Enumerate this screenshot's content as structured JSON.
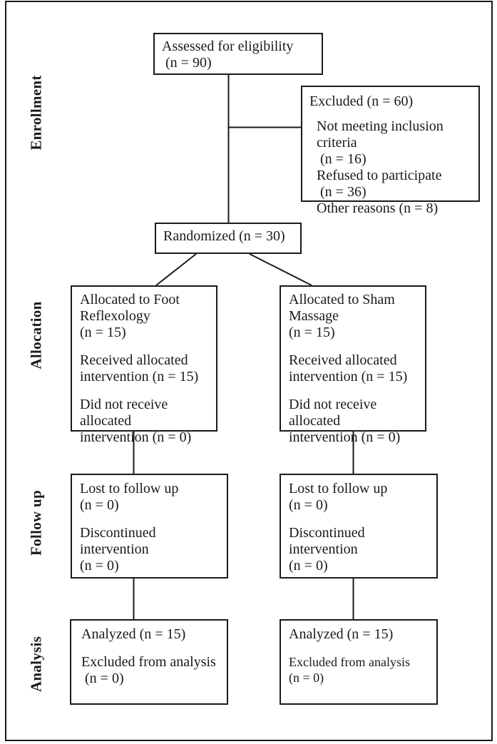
{
  "figure": {
    "type": "consort-flow-diagram",
    "stages": {
      "enrollment": "Enrollment",
      "allocation": "Allocation",
      "followup": "Follow up",
      "analysis": "Analysis"
    }
  },
  "boxes": {
    "assessed": {
      "text": "Assessed for eligibility\n (n = 90)"
    },
    "excluded": {
      "title": "Excluded (n = 60)",
      "reasons": "Not meeting inclusion criteria\n (n = 16)\nRefused to participate\n (n = 36)\nOther reasons (n = 8)"
    },
    "randomized": {
      "text": "Randomized (n = 30)"
    },
    "alloc_left": {
      "p1": "Allocated to Foot\nReflexology\n(n = 15)",
      "p2": "Received allocated\nintervention (n = 15)",
      "p3": "Did not receive allocated\nintervention (n = 0)"
    },
    "alloc_right": {
      "p1": "Allocated to Sham\nMassage\n(n = 15)",
      "p2": "Received allocated\nintervention (n = 15)",
      "p3": "Did not receive allocated\nintervention (n = 0)"
    },
    "followup_left": {
      "p1": "Lost to follow up\n(n = 0)",
      "p2": "Discontinued intervention\n(n = 0)"
    },
    "followup_right": {
      "p1": "Lost to follow up\n(n = 0)",
      "p2": "Discontinued intervention\n(n = 0)"
    },
    "analysis_left": {
      "p1": "Analyzed (n = 15)",
      "p2": "Excluded from analysis\n (n = 0)"
    },
    "analysis_right": {
      "p1": "Analyzed (n = 15)",
      "p2": "Excluded from analysis\n(n = 0)"
    }
  },
  "colors": {
    "border": "#1a1a1a",
    "background": "#ffffff",
    "text": "#1a1a1a"
  }
}
